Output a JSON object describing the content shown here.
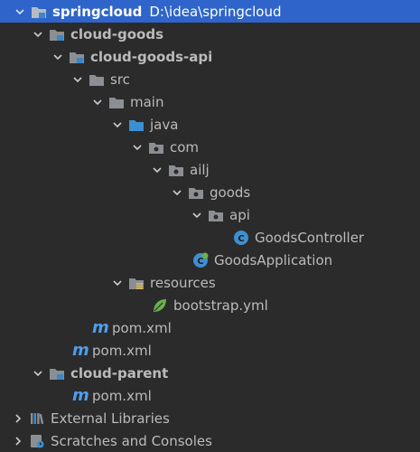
{
  "project": {
    "name": "springcloud",
    "path": "D:\\idea\\springcloud"
  },
  "tree": {
    "cloud_goods": "cloud-goods",
    "cloud_goods_api": "cloud-goods-api",
    "src": "src",
    "main": "main",
    "java": "java",
    "com": "com",
    "ailj": "ailj",
    "goods": "goods",
    "api": "api",
    "goods_controller": "GoodsController",
    "goods_application": "GoodsApplication",
    "resources": "resources",
    "bootstrap": "bootstrap.yml",
    "pom_api": "pom.xml",
    "pom_goods": "pom.xml",
    "cloud_parent": "cloud-parent",
    "pom_parent": "pom.xml",
    "external_libraries": "External Libraries",
    "scratches": "Scratches and Consoles"
  },
  "colors": {
    "selection": "#2f65ca",
    "background": "#2b2b2b",
    "folder": "#8b8f94",
    "source_root": "#3d8fd1",
    "maven": "#4f9ded"
  }
}
